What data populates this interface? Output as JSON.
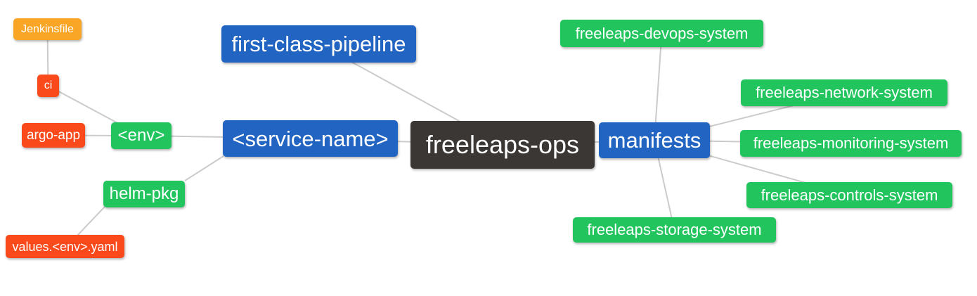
{
  "palette": {
    "blue": "#2264c1",
    "green": "#21c45d",
    "orange": "#f9a525",
    "red": "#fa4a1b",
    "dark": "#3b3735",
    "edge": "#cbcbcb",
    "node_text": "#ffffff",
    "background": "#ffffff"
  },
  "nodes": [
    {
      "id": "jenkinsfile",
      "label": "Jenkinsfile",
      "color": "orange"
    },
    {
      "id": "ci",
      "label": "ci",
      "color": "red"
    },
    {
      "id": "argo-app",
      "label": "argo-app",
      "color": "red"
    },
    {
      "id": "env",
      "label": "<env>",
      "color": "green"
    },
    {
      "id": "helm-pkg",
      "label": "helm-pkg",
      "color": "green"
    },
    {
      "id": "values-env-yaml",
      "label": "values.<env>.yaml",
      "color": "red"
    },
    {
      "id": "first-class-pipeline",
      "label": "first-class-pipeline",
      "color": "blue"
    },
    {
      "id": "service-name",
      "label": "<service-name>",
      "color": "blue"
    },
    {
      "id": "freeleaps-ops",
      "label": "freeleaps-ops",
      "color": "dark"
    },
    {
      "id": "manifests",
      "label": "manifests",
      "color": "blue"
    },
    {
      "id": "freeleaps-devops-system",
      "label": "freeleaps-devops-system",
      "color": "green"
    },
    {
      "id": "freeleaps-network-system",
      "label": "freeleaps-network-system",
      "color": "green"
    },
    {
      "id": "freeleaps-monitoring-system",
      "label": "freeleaps-monitoring-system",
      "color": "green"
    },
    {
      "id": "freeleaps-controls-system",
      "label": "freeleaps-controls-system",
      "color": "green"
    },
    {
      "id": "freeleaps-storage-system",
      "label": "freeleaps-storage-system",
      "color": "green"
    }
  ],
  "edges": [
    {
      "from": "jenkinsfile",
      "to": "ci"
    },
    {
      "from": "ci",
      "to": "env"
    },
    {
      "from": "argo-app",
      "to": "env"
    },
    {
      "from": "env",
      "to": "service-name"
    },
    {
      "from": "helm-pkg",
      "to": "service-name"
    },
    {
      "from": "values-env-yaml",
      "to": "helm-pkg"
    },
    {
      "from": "first-class-pipeline",
      "to": "freeleaps-ops"
    },
    {
      "from": "service-name",
      "to": "freeleaps-ops"
    },
    {
      "from": "freeleaps-ops",
      "to": "manifests"
    },
    {
      "from": "manifests",
      "to": "freeleaps-devops-system"
    },
    {
      "from": "manifests",
      "to": "freeleaps-network-system"
    },
    {
      "from": "manifests",
      "to": "freeleaps-monitoring-system"
    },
    {
      "from": "manifests",
      "to": "freeleaps-controls-system"
    },
    {
      "from": "manifests",
      "to": "freeleaps-storage-system"
    }
  ]
}
